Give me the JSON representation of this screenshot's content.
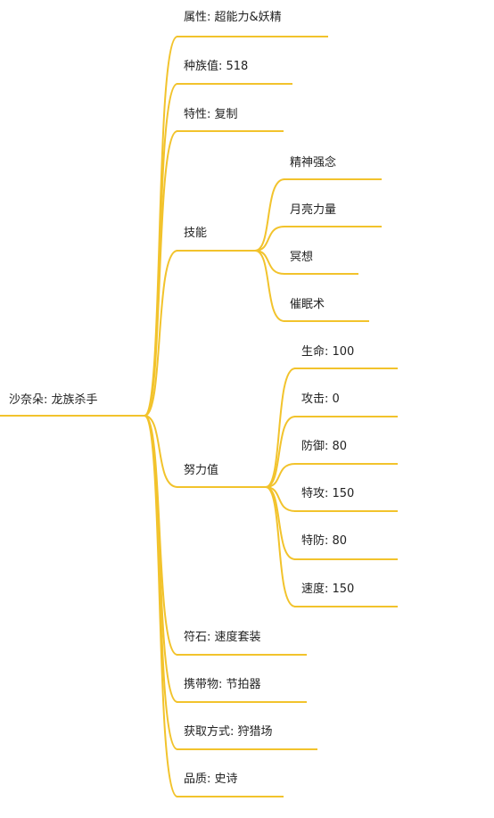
{
  "colors": {
    "line": "#f2c32c",
    "text": "#222222",
    "background": "#ffffff"
  },
  "root": {
    "label": "沙奈朵: 龙族杀手"
  },
  "branches": [
    {
      "label": "属性: 超能力&妖精",
      "children": []
    },
    {
      "label": "种族值: 518",
      "children": []
    },
    {
      "label": "特性: 复制",
      "children": []
    },
    {
      "label": "技能",
      "children": [
        "精神强念",
        "月亮力量",
        "冥想",
        "催眠术"
      ]
    },
    {
      "label": "努力值",
      "children": [
        "生命: 100",
        "攻击: 0",
        "防御: 80",
        "特攻: 150",
        "特防: 80",
        "速度: 150"
      ]
    },
    {
      "label": "符石: 速度套装",
      "children": []
    },
    {
      "label": "携带物: 节拍器",
      "children": []
    },
    {
      "label": "获取方式: 狩猎场",
      "children": []
    },
    {
      "label": "品质: 史诗",
      "children": []
    }
  ]
}
